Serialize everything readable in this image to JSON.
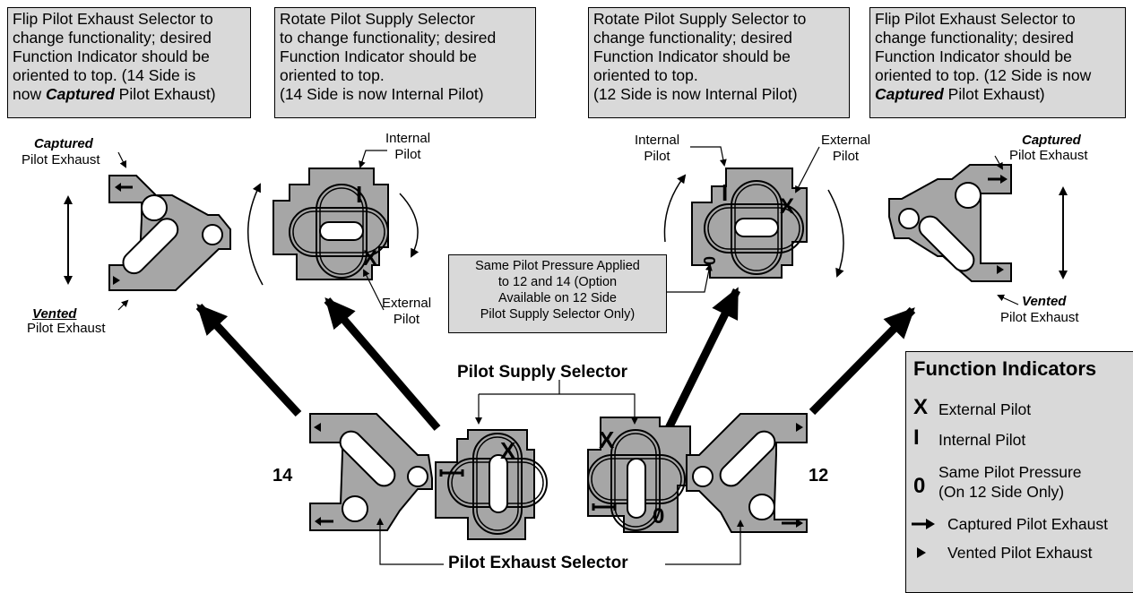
{
  "callouts": {
    "top1": {
      "line1": "Flip Pilot Exhaust Selector to",
      "line2": "change functionality; desired",
      "line3": "Function Indicator should be",
      "line4": "oriented to top. (14 Side is",
      "line5_pre": "now ",
      "line5_em": "Captured",
      "line5_post": " Pilot Exhaust)"
    },
    "top2": {
      "line1": "Rotate Pilot Supply Selector",
      "line2": "to change functionality; desired",
      "line3": "Function Indicator should be",
      "line4": "oriented to top.",
      "line5": "(14 Side is now Internal Pilot)"
    },
    "top3": {
      "line1": "Rotate Pilot Supply Selector to",
      "line2": "change functionality; desired",
      "line3": "Function Indicator should be",
      "line4": "oriented to top.",
      "line5": "(12 Side is now Internal Pilot)"
    },
    "top4": {
      "line1": "Flip Pilot Exhaust Selector to",
      "line2": "change  functionality; desired",
      "line3": "Function Indicator should be",
      "line4": "oriented to top. (12 Side is now",
      "line5_em": "Captured",
      "line5_post": " Pilot Exhaust)"
    }
  },
  "labels": {
    "captured_left": "Captured",
    "pilot_exhaust_left_top": "Pilot Exhaust",
    "vented_left": "Vented",
    "pilot_exhaust_left_bottom": "Pilot Exhaust",
    "internal_left_1": "Internal",
    "internal_left_2": "Pilot",
    "external_left_1": "External",
    "external_left_2": "Pilot",
    "internal_right_1": "Internal",
    "internal_right_2": "Pilot",
    "external_right_1": "External",
    "external_right_2": "Pilot",
    "captured_right": "Captured",
    "pilot_exhaust_right_top": "Pilot Exhaust",
    "vented_right": "Vented",
    "pilot_exhaust_right_bottom": "Pilot Exhaust",
    "same_pressure": [
      "Same Pilot Pressure Applied",
      "to 12 and 14 (Option",
      "Available on 12 Side",
      "Pilot Supply Selector Only)"
    ],
    "pilot_supply_selector": "Pilot Supply Selector",
    "pilot_exhaust_selector": "Pilot Exhaust Selector",
    "side_14": "14",
    "side_12": "12"
  },
  "legend": {
    "title": "Function Indicators",
    "items": [
      {
        "symbol": "X",
        "text": "External Pilot"
      },
      {
        "symbol": "I",
        "text": "Internal Pilot"
      },
      {
        "symbol": "0",
        "text": "Same Pilot Pressure",
        "text2": "(On 12 Side Only)"
      },
      {
        "symbol": "arrow-icon",
        "text": "Captured Pilot Exhaust"
      },
      {
        "symbol": "triangle-icon",
        "text": "Vented Pilot Exhaust"
      }
    ]
  },
  "colors": {
    "part_fill": "#a6a6a6",
    "box_fill": "#d9d9d9"
  }
}
